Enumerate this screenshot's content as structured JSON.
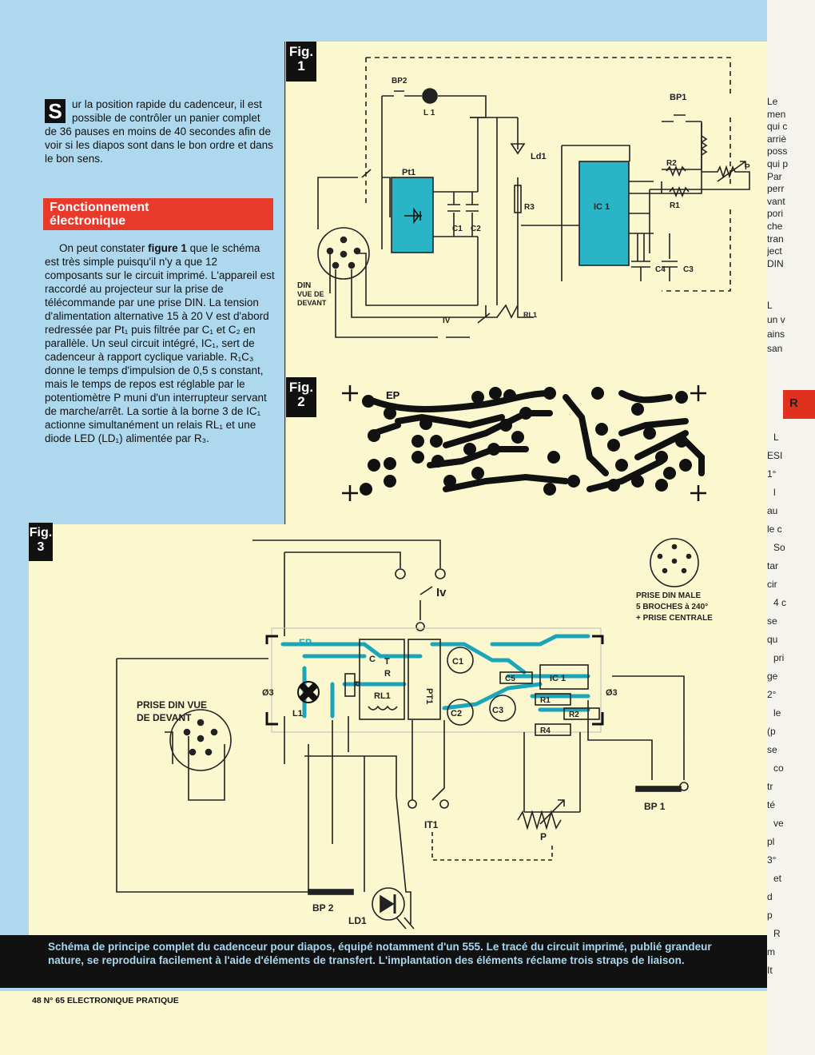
{
  "intro": {
    "dropcap": "S",
    "text": "ur la position rapide du cadenceur, il est possible de contrôler un panier complet de 36 pauses en moins de 40 secondes afin de voir si les diapos sont dans le bon ordre et dans le bon sens."
  },
  "section": {
    "title_line1": "Fonctionnement",
    "title_line2": "électronique"
  },
  "body": {
    "pre": "On peut constater ",
    "bold": "figure 1",
    "post": " que le schéma est très simple puisqu'il n'y a que 12 composants sur le circuit imprimé. L'appareil est raccordé au projecteur sur la prise de télécommande par une prise DIN. La tension d'alimentation alternative 15 à 20 V est d'abord redressée par Pt₁ puis filtrée par C₁ et C₂ en parallèle. Un seul circuit intégré, IC₁, sert de cadenceur à rapport cyclique variable. R₁C₃ donne le temps d'impulsion de 0,5 s constant, mais le temps de repos est réglable par le potentiomètre P muni d'un interrupteur servant de marche/arrêt. La sortie à la borne 3 de IC₁ actionne simultanément un relais RL₁ et une diode LED (LD₁) alimentée par R₃."
  },
  "figures": {
    "fig1_tag": "Fig.\n1",
    "fig2_tag": "Fig.\n2",
    "fig3_tag": "Fig.\n3"
  },
  "fig1": {
    "bp2": "BP2",
    "l1": "L 1",
    "bp1": "BP1",
    "ld1": "Ld1",
    "pt1": "Pt1",
    "r2": "R2",
    "p": "P",
    "r3": "R3",
    "ic1": "IC 1",
    "r1": "R1",
    "c1": "C1",
    "c2": "C2",
    "c4": "C4",
    "c3": "C3",
    "din1": "DIN",
    "din2": "VUE DE",
    "din3": "DEVANT",
    "iv": "IV",
    "rl1": "RL1"
  },
  "fig2": {
    "ep": "EP"
  },
  "fig3": {
    "iv": "Iv",
    "prise_male1": "PRISE DIN MALE",
    "prise_male2": "5 BROCHES à 240°",
    "prise_male3": "+ PRISE CENTRALE",
    "ep": "EP",
    "t": "T",
    "r": "R",
    "c": "C",
    "c1": "C1",
    "pt1": "PT1",
    "ic1": "IC 1",
    "c5": "C5",
    "c2": "C2",
    "c3": "C3",
    "r1": "R1",
    "r2": "R2",
    "r4": "R4",
    "rl1": "RL1",
    "rr": "R",
    "l1": "L1",
    "phi3a": "Ø3",
    "phi3b": "Ø3",
    "prise_vue1": "PRISE DIN VUE",
    "prise_vue2": "DE DEVANT",
    "it1": "IT1",
    "p": "P",
    "bp1": "BP 1",
    "bp2": "BP 2",
    "ld1": "LD1"
  },
  "caption": {
    "text": "Schéma de principe complet du cadenceur pour diapos, équipé notamment d'un 555. Le tracé du circuit imprimé, publié grandeur nature, se reproduira facilement à l'aide d'éléments de transfert. L'implantation des éléments réclame trois straps de liaison."
  },
  "footer": "48 N° 65 ELECTRONIQUE PRATIQUE",
  "right_page": {
    "lines": [
      "Le",
      "men",
      "qui c",
      "arriè",
      "poss",
      "qui p",
      "Par",
      "perr",
      "vant",
      "pori",
      "che",
      "tran",
      "ject",
      "DIN",
      "L",
      "un v",
      "ains",
      "san"
    ],
    "heading": "R",
    "lines2": [
      "L",
      "ESI",
      "1°",
      "l",
      "au",
      "le c",
      "So",
      "tar",
      "cir",
      "4 c",
      "se",
      "qu",
      "pri",
      "ge",
      "2°",
      "le",
      "(p",
      "se",
      "co",
      "tr",
      "té",
      "ve",
      "pl",
      "3°",
      "et",
      "d",
      "p",
      "R",
      "m",
      "It"
    ]
  },
  "colors": {
    "accent_blue": "#aed8ee",
    "red": "#e8392b",
    "pcb_cyan": "#1aa6b8",
    "paper": "#fbf7cf"
  }
}
